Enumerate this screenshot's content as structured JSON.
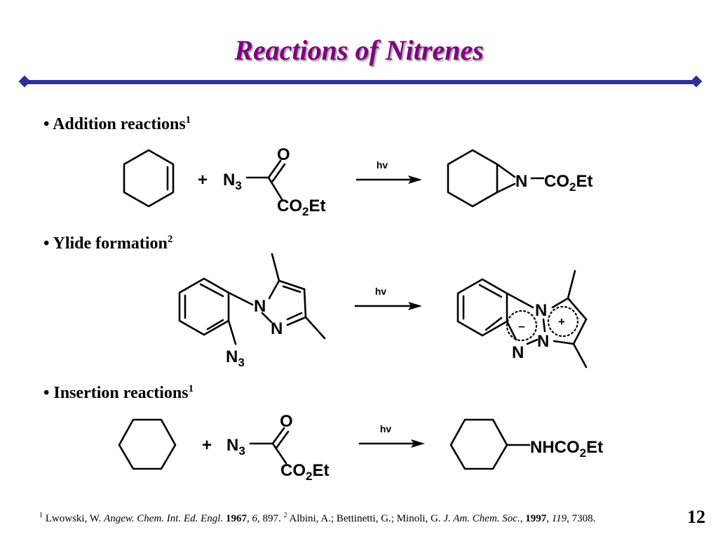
{
  "slide": {
    "title": "Reactions of Nitrenes",
    "page_number": "12",
    "accent_color": "#800080",
    "rule_color": "#2e3192"
  },
  "sections": [
    {
      "bullet": "•",
      "label": "Addition reactions",
      "ref": "1"
    },
    {
      "bullet": "•",
      "label": "Ylide formation",
      "ref": "2"
    },
    {
      "bullet": "•",
      "label": "Insertion reactions",
      "ref": "1"
    }
  ],
  "schemes": {
    "addition": {
      "plus": "+",
      "n3": "N",
      "n3_sub": "3",
      "o": "O",
      "ester": "CO",
      "ester_sub": "2",
      "ester_tail": "Et",
      "arrow": "hv",
      "prod_n": "N",
      "prod_group": "CO",
      "prod_group_sub": "2",
      "prod_group_tail": "Et"
    },
    "ylide": {
      "n_ring1": "N",
      "n_ring2": "N",
      "n3": "N",
      "n3_sub": "3",
      "arrow": "hv",
      "prod_n_top": "N",
      "prod_n_mid": "N",
      "prod_n_bot": "N",
      "minus": "–",
      "plus": "+"
    },
    "insertion": {
      "plus": "+",
      "n3": "N",
      "n3_sub": "3",
      "o": "O",
      "ester": "CO",
      "ester_sub": "2",
      "ester_tail": "Et",
      "arrow": "hv",
      "product": "NHCO",
      "product_sub": "2",
      "product_tail": "Et"
    }
  },
  "footnote": {
    "ref1_mark": "1",
    "ref1_authors": " Lwowski, W. ",
    "ref1_journal": "Angew. Chem. Int. Ed. Engl.",
    "ref1_year": "1967",
    "ref1_volume": "6",
    "ref1_page": ", 897. ",
    "ref2_mark": "2",
    "ref2_authors": " Albini, A.; Bettinetti, G.; Minoli, G. ",
    "ref2_journal": "J. Am. Chem. Soc.",
    "ref2_year": "1997",
    "ref2_volume": "119",
    "ref2_page": ", 7308."
  }
}
